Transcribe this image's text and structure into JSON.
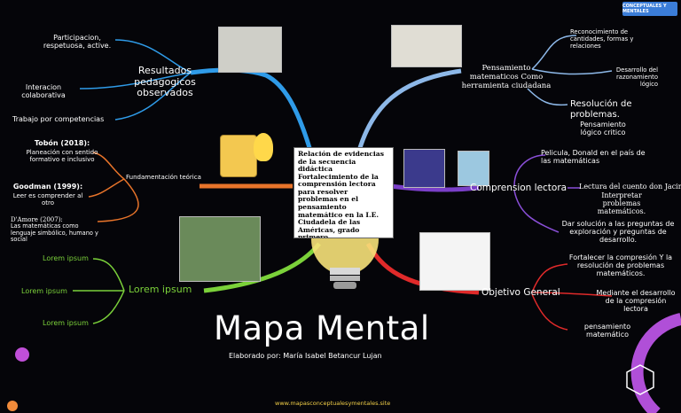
{
  "logo": {
    "text": "CONCEPTUALES Y MENTALES"
  },
  "central": {
    "text": "Relación de evidencias de la secuencia didáctica Fortalecimiento de la comprensión lectora para resolver problemas en el pensamiento matemático en la I.E. Ciudadela de las Américas, grado primero"
  },
  "title": "Mapa Mental",
  "subtitle": "Elaborado por: María Isabel Betancur Lujan",
  "website": "www.mapasconceptualesymentales.site",
  "branches": {
    "resultados": {
      "label": "Resultados pedagogicos observados",
      "items": [
        "Participacion, respetuosa, active.",
        "Interacion colaborativa",
        "Trabajo por competencias"
      ]
    },
    "pensamiento": {
      "label": "Pensamiento matematicos Como herramienta ciudadana",
      "items": [
        "Reconocimiento de cantidades, formas y relaciones",
        "Desarrollo del razonamiento lógico",
        "Resolución de problemas.",
        "Pensamiento lógico critico"
      ]
    },
    "fundamentacion": {
      "label": "Fundamentación teórica",
      "items": [
        {
          "author": "Tobón (2018):",
          "text": "Planeación con sentido formativo e inclusivo"
        },
        {
          "author": "Goodman (1999):",
          "text": "Leer es comprender al otro"
        },
        {
          "author": "D'Amore (2007):",
          "text": "Las matemáticas como lenguaje simbólico, humano y social"
        }
      ]
    },
    "comprension": {
      "label": "Comprension lectora",
      "items": [
        "Pelicula, Donald en el país de las matemáticas",
        "Lectura del cuento don Jacinto",
        "Interpretar problemas matemáticos.",
        "Dar solución a las preguntas de exploración y preguntas de desarrollo."
      ]
    },
    "lorem": {
      "label": "Lorem ipsum",
      "items": [
        "Lorem ipsum",
        "Lorem ipsum",
        "Lorem ipsum"
      ]
    },
    "objetivo": {
      "label": "Objetivo General",
      "items": [
        "Fortalecer la compresión Y la resolución de problemas matemáticos.",
        "Mediante el desarrollo de la compresión lectora",
        "pensamiento matemático"
      ]
    }
  }
}
